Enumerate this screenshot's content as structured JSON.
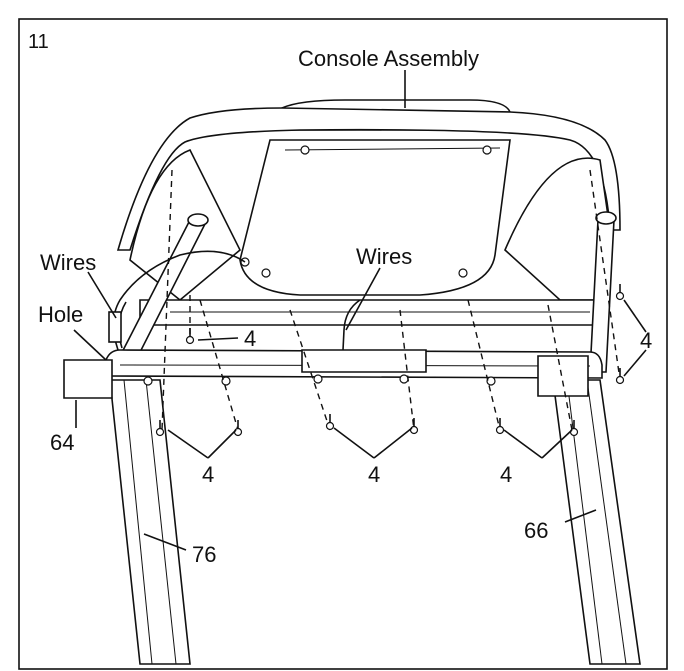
{
  "step_number": "11",
  "labels": {
    "console_assembly": "Console Assembly",
    "wires_left": "Wires",
    "wires_center": "Wires",
    "hole": "Hole",
    "part_64": "64",
    "part_66": "66",
    "part_76": "76",
    "screw_4_a": "4",
    "screw_4_b": "4",
    "screw_4_c": "4",
    "screw_4_d": "4",
    "screw_4_e": "4"
  },
  "colors": {
    "ink": "#111111",
    "paper": "#ffffff"
  }
}
